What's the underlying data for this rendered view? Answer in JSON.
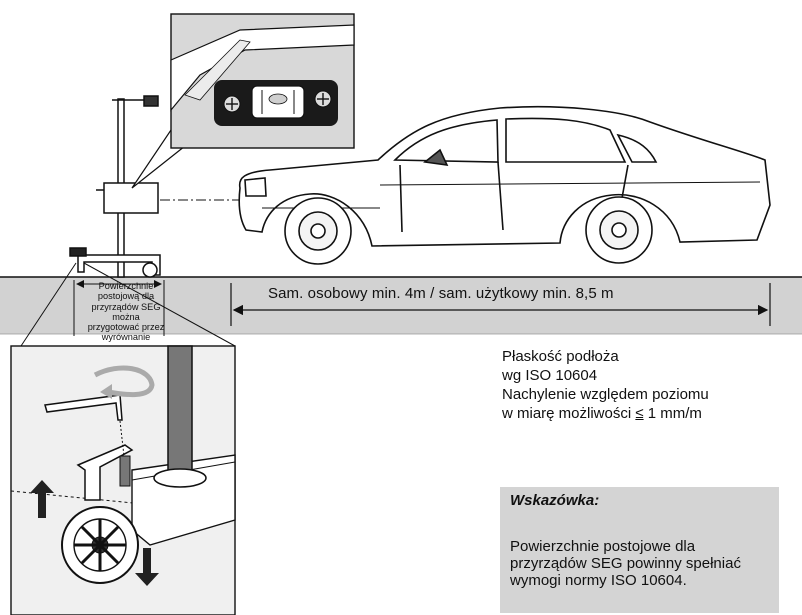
{
  "diagram": {
    "distance_label": "Sam. osobowy min. 4m / sam. użytkowy min. 8,5 m",
    "prep_note": "Powierzchnie postojową dla przyrządów SEG można przygotować przez wyrównanie",
    "flatness": {
      "line1": "Płaskość podłoża",
      "line2": "wg ISO 10604",
      "line3": "Nachylenie względem poziomu",
      "line4_text": "w miarę możliwości ",
      "line4_symbol": "≤",
      "line4_value": " 1 mm/m"
    },
    "hint": {
      "title": "Wskazówka:",
      "body": "Powierzchnie postojowe dla przyrządów SEG powinny spełniać wymogi normy ISO 10604."
    }
  },
  "colors": {
    "floor": "#d2d2d2",
    "hint_box": "#d4d4d4",
    "line": "#111111",
    "device_gray": "#8a8a8a"
  }
}
